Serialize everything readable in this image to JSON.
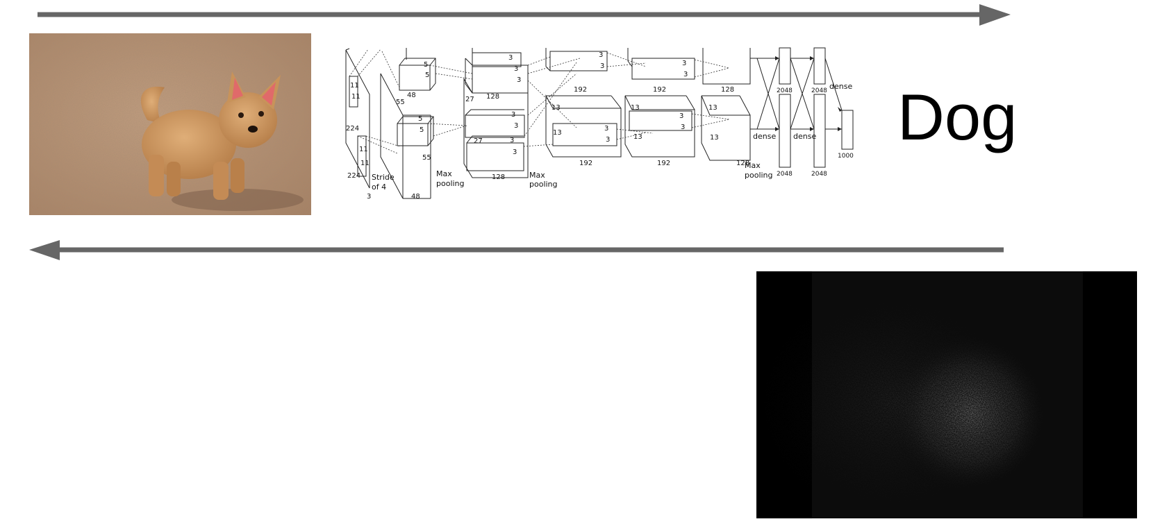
{
  "prediction": {
    "label": "Dog"
  },
  "architecture": {
    "input": {
      "size": "224",
      "depth": "3",
      "kernel": "11",
      "stride_l1": "Stride",
      "stride_l2": "of 4"
    },
    "conv1": {
      "size": "55",
      "kernel": "5",
      "depth": "48"
    },
    "conv2": {
      "size": "27",
      "kernel": "3",
      "depth": "128"
    },
    "conv3": {
      "size": "13",
      "kernel": "3",
      "depth": "192"
    },
    "conv4": {
      "size": "13",
      "kernel": "3",
      "depth": "192"
    },
    "conv5": {
      "size": "13",
      "depth": "128"
    },
    "pool_l1": "Max",
    "pool_l2": "pooling",
    "dense_label": "dense",
    "fc_size": "2048",
    "out_size": "1000"
  },
  "colors": {
    "arrow": "#666666",
    "line": "#222222",
    "saliency_bg": "#000000",
    "fur": "#c9955c",
    "ground": "#b28c6c"
  },
  "icons": {
    "forward": "arrow-right-icon",
    "backward": "arrow-left-icon"
  }
}
